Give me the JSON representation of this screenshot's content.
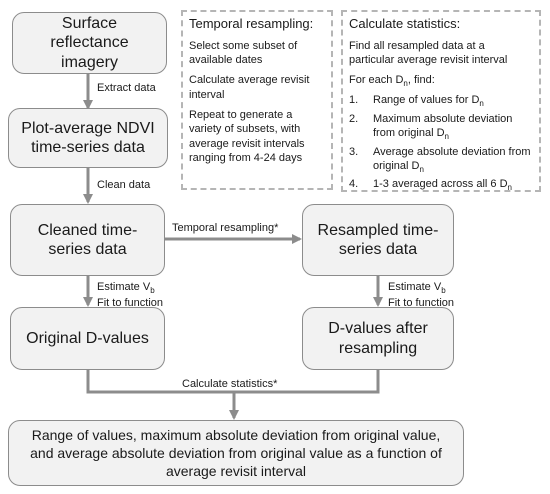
{
  "boxes": {
    "surface": "Surface reflectance imagery",
    "ndvi": "Plot-average NDVI time-series data",
    "cleaned": "Cleaned time-series data",
    "resampled": "Resampled time-series data",
    "original_d": "Original D-values",
    "d_after": "D-values after resampling",
    "result": "Range of values, maximum absolute deviation from original value, and average absolute deviation from original value as a function of average revisit interval"
  },
  "edge_labels": {
    "extract": "Extract data",
    "clean": "Clean data",
    "temporal": "Temporal resampling*",
    "estimate_prefix": "Estimate V",
    "estimate_sub": "b",
    "fit": "Fit to function",
    "calc": "Calculate statistics*"
  },
  "temporal_panel": {
    "title": "Temporal resampling:",
    "items": [
      "Select some subset of available dates",
      "Calculate average revisit interval",
      "Repeat to generate a variety of subsets, with average revisit intervals ranging from 4-24 days"
    ]
  },
  "stats_panel": {
    "title": "Calculate statistics:",
    "intro": "Find all resampled data at a particular average revisit interval",
    "for_each_prefix": "For each D",
    "for_each_sub": "n",
    "for_each_suffix": ", find:",
    "steps": [
      {
        "num": "1.",
        "text": "Range of values for D",
        "sub": "n"
      },
      {
        "num": "2.",
        "text": "Maximum absolute deviation from original D",
        "sub": "n"
      },
      {
        "num": "3.",
        "text": "Average absolute deviation from original D",
        "sub": "n"
      },
      {
        "num": "4.",
        "text": "1-3 averaged across all 6 D",
        "sub": "n"
      }
    ]
  },
  "colors": {
    "box_fill": "#f2f2f2",
    "box_border": "#8c8c8c",
    "arrow": "#8c8c8c",
    "dash": "#b5b5b5"
  }
}
